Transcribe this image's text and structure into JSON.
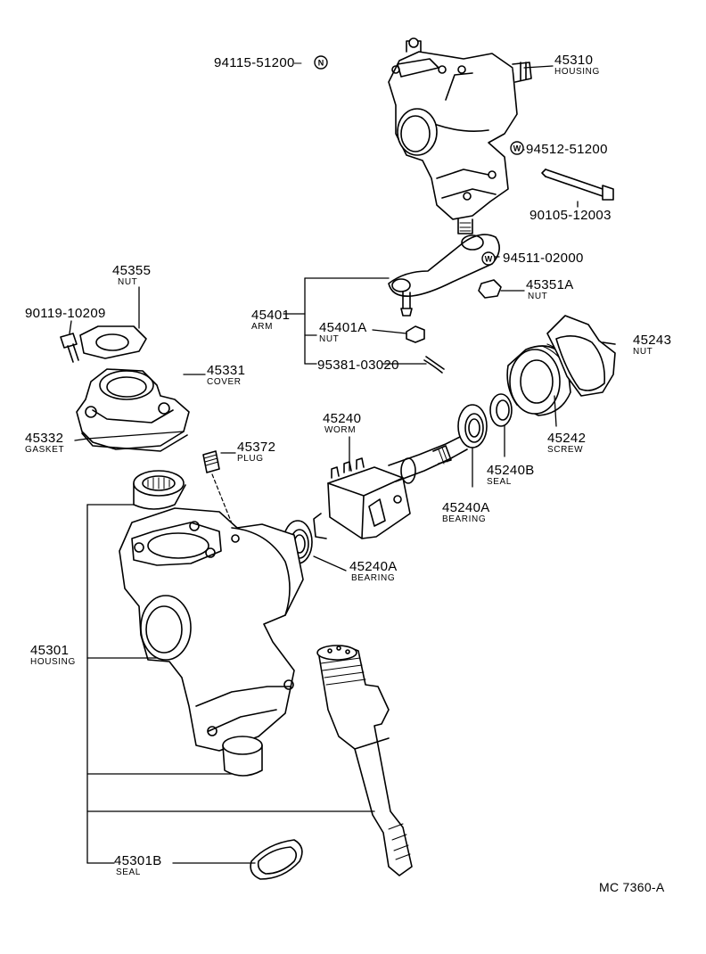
{
  "diagram": {
    "reference": "MC 7360-A",
    "parts": [
      {
        "id": "p-9411551200",
        "number": "94115-51200",
        "name": ""
      },
      {
        "id": "p-45310",
        "number": "45310",
        "name": "HOUSING"
      },
      {
        "id": "p-9451251200",
        "number": "94512-51200",
        "name": ""
      },
      {
        "id": "p-9010512003",
        "number": "90105-12003",
        "name": ""
      },
      {
        "id": "p-9451102000",
        "number": "94511-02000",
        "name": ""
      },
      {
        "id": "p-45351a",
        "number": "45351A",
        "name": "NUT"
      },
      {
        "id": "p-45355",
        "number": "45355",
        "name": "NUT"
      },
      {
        "id": "p-9011910209",
        "number": "90119-10209",
        "name": ""
      },
      {
        "id": "p-45401",
        "number": "45401",
        "name": "ARM"
      },
      {
        "id": "p-45401a",
        "number": "45401A",
        "name": "NUT"
      },
      {
        "id": "p-9538103020",
        "number": "95381-03020",
        "name": ""
      },
      {
        "id": "p-45243",
        "number": "45243",
        "name": "NUT"
      },
      {
        "id": "p-45331",
        "number": "45331",
        "name": "COVER"
      },
      {
        "id": "p-45240",
        "number": "45240",
        "name": "WORM"
      },
      {
        "id": "p-45332",
        "number": "45332",
        "name": "GASKET"
      },
      {
        "id": "p-45372",
        "number": "45372",
        "name": "PLUG"
      },
      {
        "id": "p-45242",
        "number": "45242",
        "name": "SCREW"
      },
      {
        "id": "p-45240b",
        "number": "45240B",
        "name": "SEAL"
      },
      {
        "id": "p-45240a-1",
        "number": "45240A",
        "name": "BEARING"
      },
      {
        "id": "p-45240a-2",
        "number": "45240A",
        "name": "BEARING"
      },
      {
        "id": "p-45301",
        "number": "45301",
        "name": "HOUSING"
      },
      {
        "id": "p-45301b",
        "number": "45301B",
        "name": "SEAL"
      }
    ],
    "symbols": {
      "n": "N",
      "w1": "W",
      "w2": "W"
    }
  }
}
